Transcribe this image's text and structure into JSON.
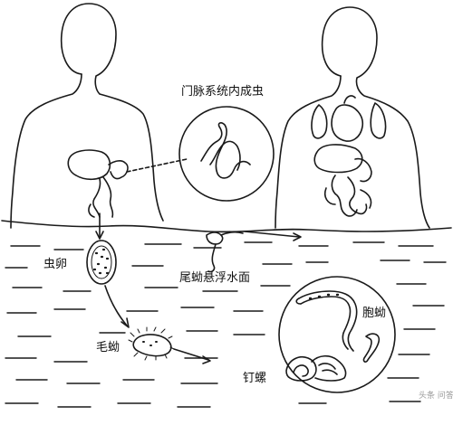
{
  "labels": {
    "portal_adult": "门脉系统内成虫",
    "egg": "虫卵",
    "cercaria": "尾蚴悬浮水面",
    "miracidium": "毛蚴",
    "snail": "钉螺",
    "sporocyst": "胞蚴"
  },
  "watermark": "头条 问答号",
  "colors": {
    "stroke": "#1a1a1a",
    "background": "#ffffff"
  }
}
